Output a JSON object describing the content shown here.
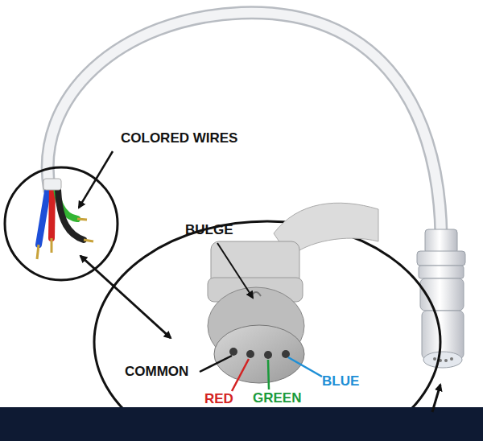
{
  "diagram": {
    "labels": [
      "COLORED WIRES",
      "BULGE",
      "COMMON",
      "RED",
      "GREEN",
      "BLUE"
    ]
  }
}
